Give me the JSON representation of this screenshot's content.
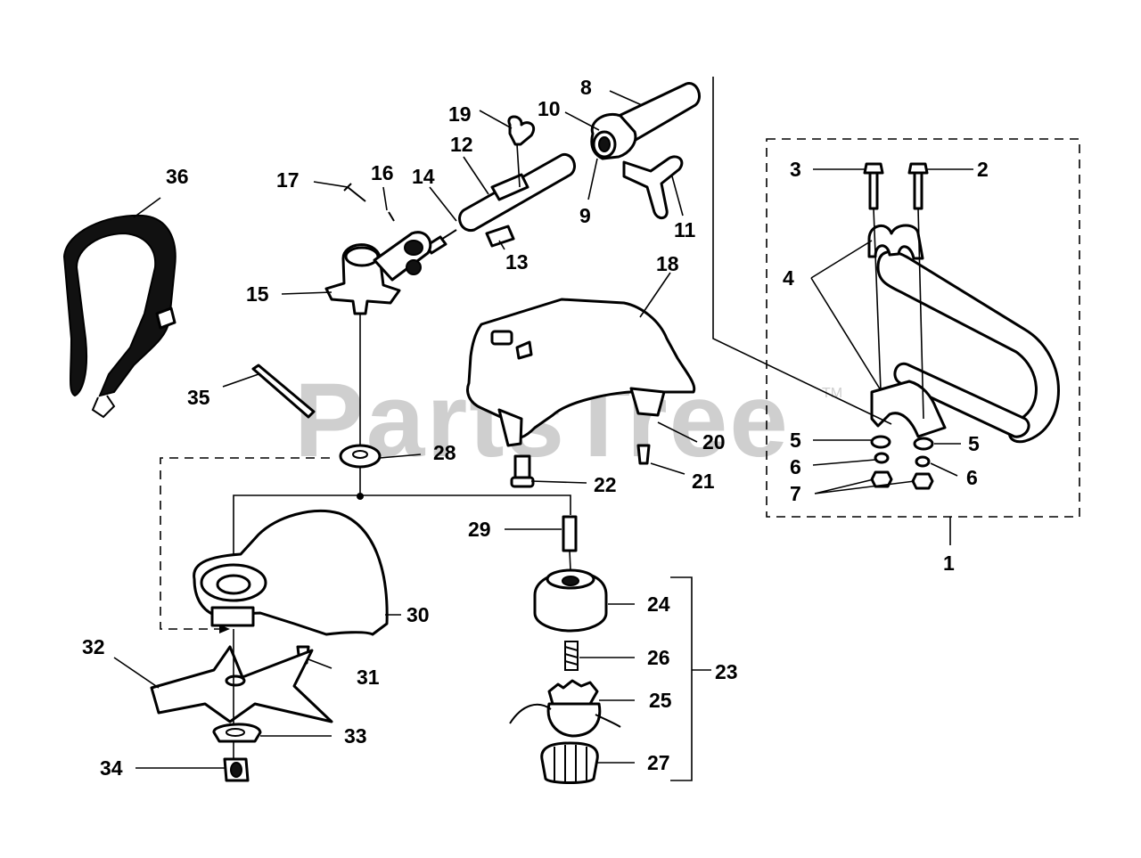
{
  "watermark": {
    "text": "PartsTree",
    "trademark": "TM"
  },
  "callouts": {
    "c1": "1",
    "c2": "2",
    "c3": "3",
    "c4": "4",
    "c5a": "5",
    "c5b": "5",
    "c6a": "6",
    "c6b": "6",
    "c7": "7",
    "c8": "8",
    "c9": "9",
    "c10": "10",
    "c11": "11",
    "c12": "12",
    "c13": "13",
    "c14": "14",
    "c15": "15",
    "c16": "16",
    "c17": "17",
    "c18": "18",
    "c19": "19",
    "c20": "20",
    "c21": "21",
    "c22": "22",
    "c23": "23",
    "c24": "24",
    "c25": "25",
    "c26": "26",
    "c27": "27",
    "c28": "28",
    "c29": "29",
    "c30": "30",
    "c31": "31",
    "c32": "32",
    "c33": "33",
    "c34": "34",
    "c35": "35",
    "c36": "36"
  }
}
